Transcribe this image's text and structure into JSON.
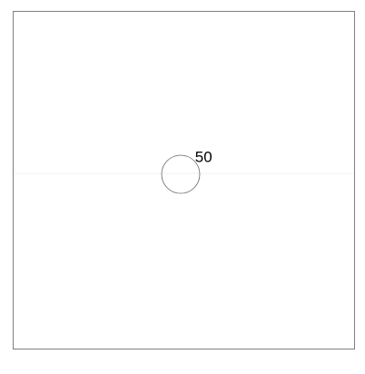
{
  "chart_data": {
    "type": "scatter",
    "grid": false,
    "legend": "none",
    "points": [
      {
        "label": "50",
        "size_value": 50
      }
    ],
    "colors": {
      "frame": "#7f7f7f",
      "bubble_stroke": "#666666",
      "bubble_fill": "none",
      "midline": "#f0f0f0",
      "label_text": "#000000"
    }
  }
}
